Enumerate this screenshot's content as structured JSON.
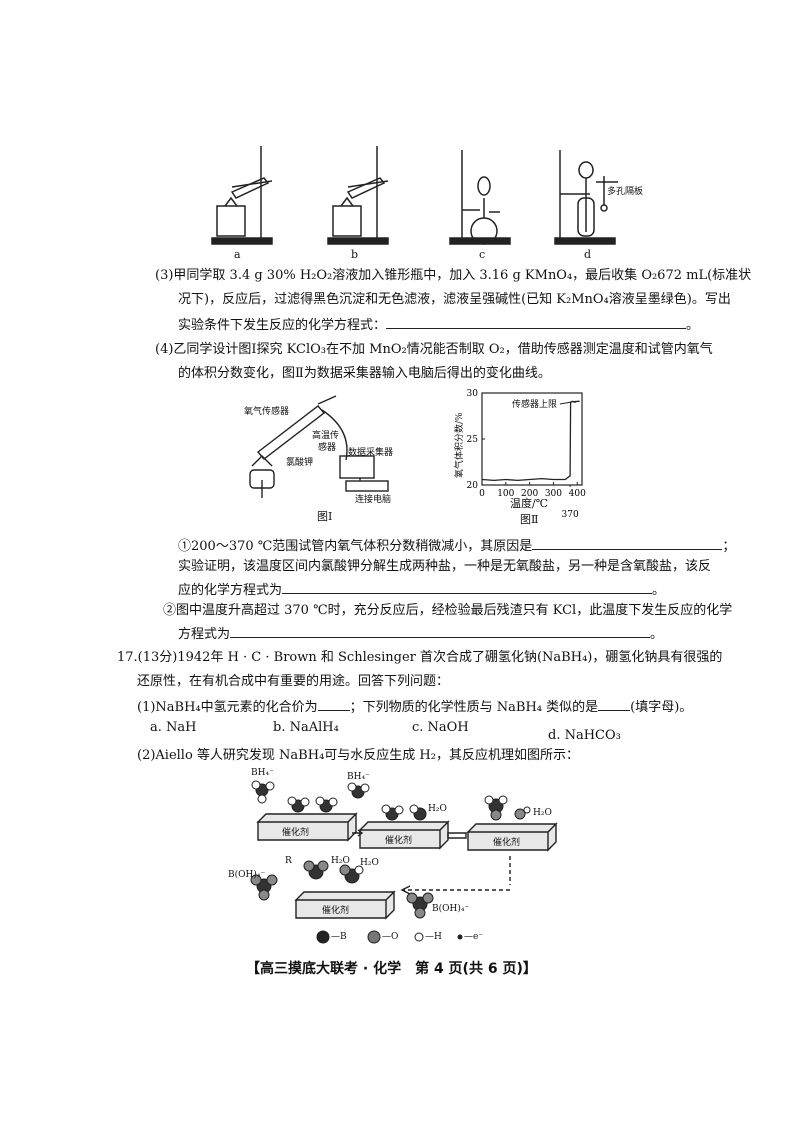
{
  "apparatus": {
    "labels": [
      "a",
      "b",
      "c",
      "d"
    ],
    "d_label": "多孔隔板"
  },
  "q3": {
    "line1": "(3)甲同学取 3.4 g 30% H₂O₂溶液加入锥形瓶中，加入 3.16 g KMnO₄，最后收集 O₂672 mL(标准状",
    "line2": "况下)，反应后，过滤得黑色沉淀和无色滤液，滤液呈强碱性(已知 K₂MnO₄溶液呈墨绿色)。写出",
    "line3": "实验条件下发生反应的化学方程式：",
    "end": "。"
  },
  "q4": {
    "line1": "(4)乙同学设计图Ⅰ探究 KClO₃在不加 MnO₂情况能否制取 O₂，借助传感器测定温度和试管内氧气",
    "line2": "的体积分数变化，图Ⅱ为数据采集器输入电脑后得出的变化曲线。"
  },
  "fig1": {
    "caption": "图Ⅰ",
    "oxygen_sensor": "氧气传感器",
    "high_temp_sensor_1": "高温传",
    "high_temp_sensor_2": "感器",
    "kclo3": "氯酸钾",
    "collector": "数据采集器",
    "computer": "连接电脑"
  },
  "chart_data": {
    "type": "line",
    "caption": "图Ⅱ",
    "xlabel": "温度/℃",
    "ylabel": "氧气体积分数/%",
    "xlim": [
      0,
      420
    ],
    "ylim": [
      20,
      30
    ],
    "x_ticks": [
      "0",
      "100",
      "200",
      "300",
      "400"
    ],
    "y_ticks": [
      "20",
      "25",
      "30"
    ],
    "x_marker_label": "370",
    "x_marker_value": 370,
    "annotation": "传感器上限",
    "series": [
      {
        "x": [
          0,
          50,
          100,
          150,
          200,
          250,
          300,
          350,
          370,
          372,
          380,
          390,
          400,
          410
        ],
        "y": [
          20.6,
          20.5,
          20.6,
          20.5,
          20.6,
          20.7,
          20.6,
          20.6,
          21.0,
          29.0,
          29.1,
          29.0,
          29.1,
          29.1
        ]
      }
    ]
  },
  "q4_sub": {
    "a1": "①200～370 ℃范围试管内氧气体积分数稍微减小，其原因是",
    "a1_end": "；",
    "a2": "实验证明，该温度区间内氯酸钾分解生成两种盐，一种是无氧酸盐，另一种是含氧酸盐，该反",
    "a3": "应的化学方程式为",
    "a3_end": "。",
    "b1": "②图中温度升高超过 370 ℃时，充分反应后，经检验最后残渣只有 KCl，此温度下发生反应的化学",
    "b2": "方程式为",
    "b2_end": "。"
  },
  "q17": {
    "line1": "17.(13分)1942年 H · C · Brown 和 Schlesinger 首次合成了硼氢化钠(NaBH₄)，硼氢化钠具有很强的",
    "line2": "还原性，在有机合成中有重要的用途。回答下列问题：",
    "p1_a": "(1)NaBH₄中氢元素的化合价为",
    "p1_b": "；下列物质的化学性质与 NaBH₄ 类似的是",
    "p1_c": "(填字母)。",
    "options": [
      "a. NaH",
      "b. NaAlH₄",
      "c. NaOH",
      "d. NaHCO₃"
    ],
    "p2": "(2)Aiello 等人研究发现 NaBH₄可与水反应生成 H₂，其反应机理如图所示："
  },
  "mechanism": {
    "catalyst": "催化剂",
    "bh4": "BH₄⁻",
    "h2o": "H₂O",
    "r": "R",
    "boh4": "B(OH)₄⁻",
    "legend": [
      "—B",
      "—O",
      "—H",
      "—e⁻"
    ]
  },
  "footer": "【高三摸底大联考 · 化学　第 4 页(共 6 页)】"
}
